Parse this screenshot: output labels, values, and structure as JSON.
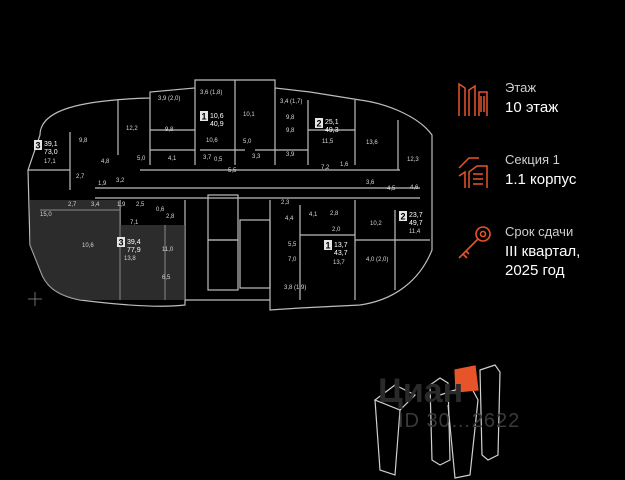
{
  "info": {
    "floor": {
      "label": "Этаж",
      "value": "10 этаж",
      "icon": "building-floors-icon"
    },
    "section": {
      "label": "Секция 1",
      "value": "1.1 корпус",
      "icon": "section-icon"
    },
    "deadline": {
      "label": "Срок сдачи",
      "value_line1": "III квартал,",
      "value_line2": "2025 год",
      "icon": "key-icon"
    }
  },
  "accent_color": "#e8542a",
  "apartments": [
    {
      "rooms": "3",
      "area_living": "39,1",
      "area_total": "73,0"
    },
    {
      "rooms": "1",
      "area_living": "10,6",
      "area_total": "40,9"
    },
    {
      "rooms": "2",
      "area_living": "25,1",
      "area_total": "49,3"
    },
    {
      "rooms": "3",
      "area_living": "39,4",
      "area_total": "77,9"
    },
    {
      "rooms": "1",
      "area_living": "13,7",
      "area_total": "43,7"
    },
    {
      "rooms": "2",
      "area_living": "23,7",
      "area_total": "49,7"
    }
  ],
  "rooms": [
    "3,9 (2,0)",
    "3,6 (1,8)",
    "3,4 (1,7)",
    "12,2",
    "9,8",
    "9,8",
    "10,1",
    "9,8",
    "13,6",
    "17,1",
    "4,8",
    "5,0",
    "4,1",
    "5,0",
    "10,6",
    "3,3",
    "3,9",
    "11,5",
    "12,3",
    "2,7",
    "1,9",
    "3,2",
    "0,5",
    "5,5",
    "1,6",
    "7,2",
    "3,6",
    "4,5",
    "4,6",
    "15,0",
    "2,7",
    "3,4",
    "1,9",
    "2,5",
    "0,6",
    "2,8",
    "2,3",
    "4,4",
    "4,1",
    "2,8",
    "10,2",
    "11,4",
    "10,6",
    "7,1",
    "11,0",
    "13,8",
    "5,5",
    "7,0",
    "2,0",
    "13,7",
    "4,0 (2,0)",
    "6,5",
    "3,8 (1,9)",
    "9,8",
    "3,7"
  ],
  "watermark": {
    "logo": "Циан",
    "id": "ID 30…2622"
  }
}
